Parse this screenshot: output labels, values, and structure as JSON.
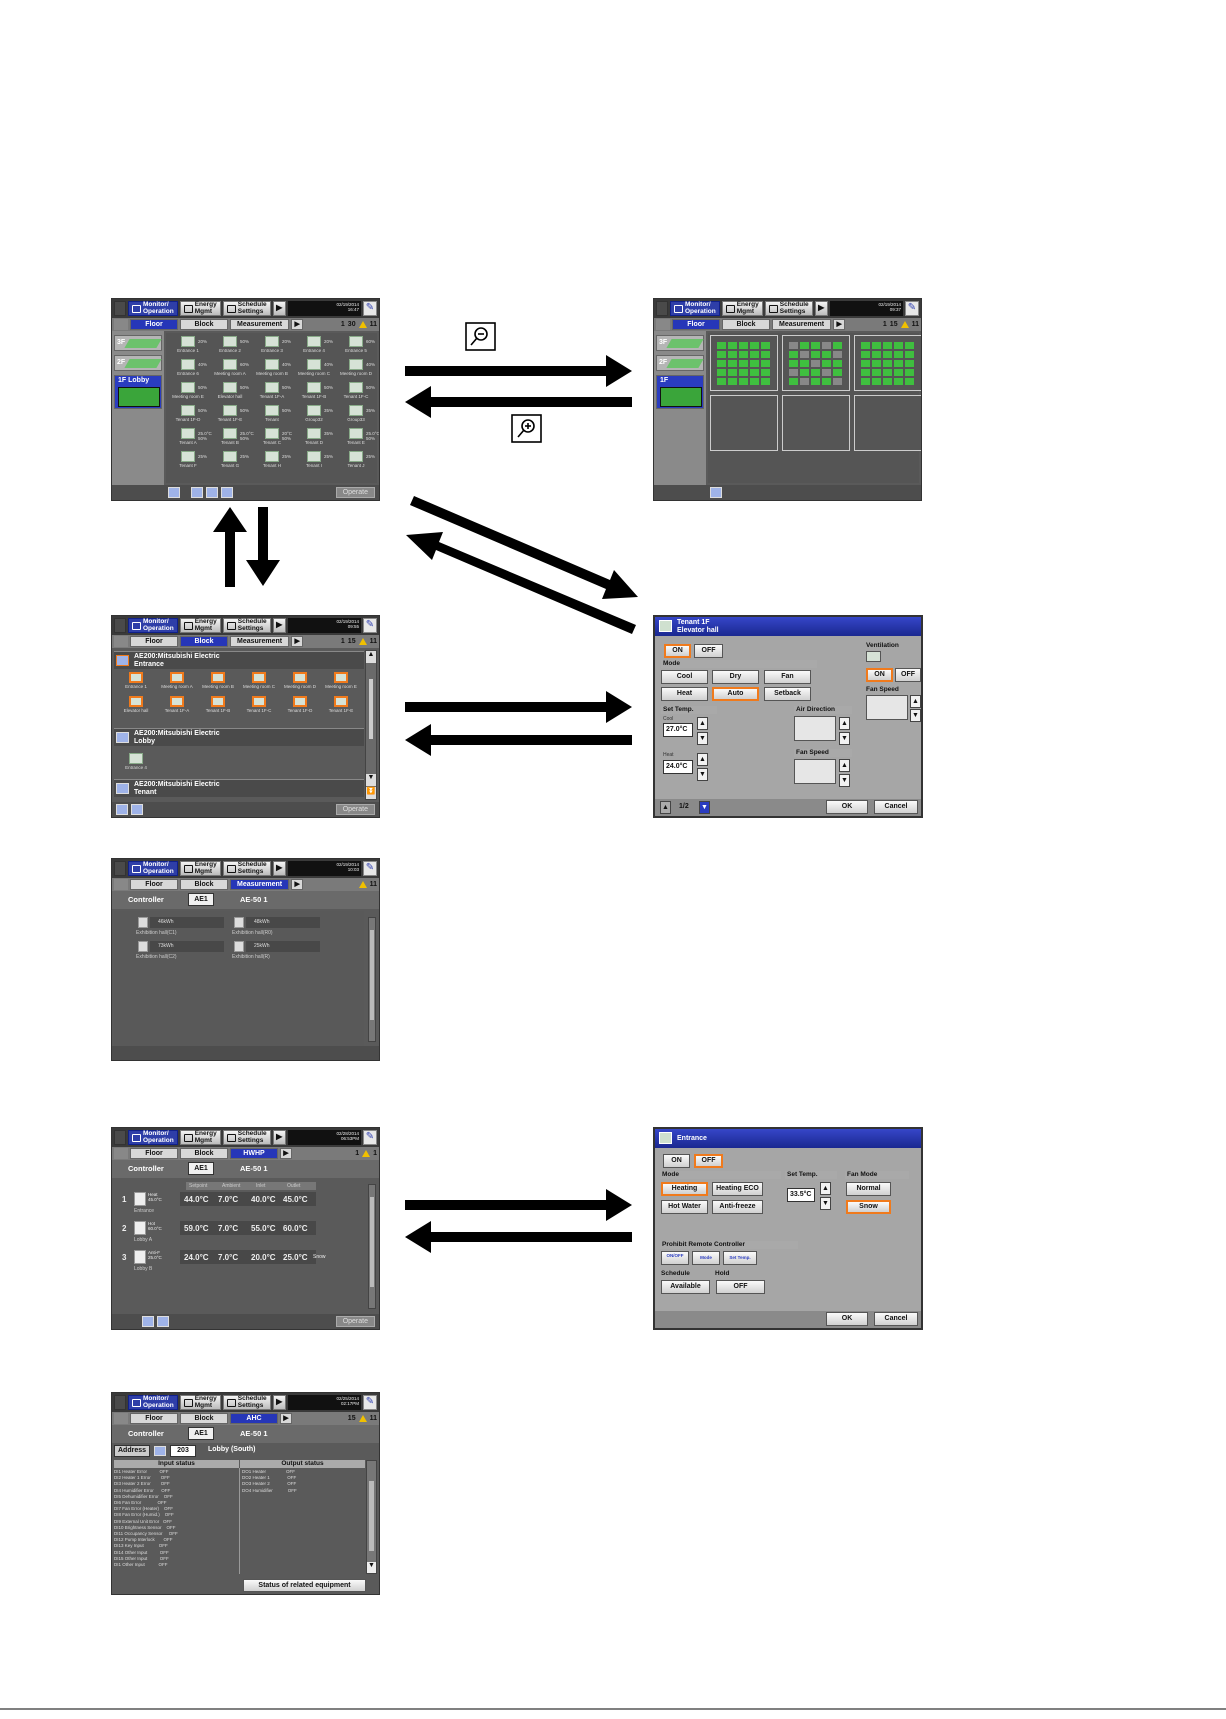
{
  "topbar": {
    "monitor": "Monitor/\nOperation",
    "energy": "Energy\nMgmt",
    "schedule": "Schedule\nSettings",
    "clocks": [
      "02/19/2014\n16:47",
      "02/19/2014\n09:37",
      "02/19/2014\n09:55",
      "02/19/2014\n10:03",
      "02/28/2014\n06:53PM",
      "02/25/2014\n02:17PM"
    ]
  },
  "tabs": {
    "floor": "Floor",
    "block": "Block",
    "measurement": "Measurement",
    "hwhp": "HWHP",
    "ahc": "AHC"
  },
  "status": {
    "s1_groups": "1",
    "s1_on": "30",
    "s1_err": "11",
    "s2_groups": "1",
    "s2_on": "15",
    "s2_err": "11",
    "s3_groups": "1",
    "s3_on": "15",
    "s3_err": "11",
    "s4_err": "11",
    "s5_groups": "1",
    "s5_err": "1",
    "s6_on": "15",
    "s6_err": "11"
  },
  "floor_screen": {
    "floors": [
      "3F",
      "2F"
    ],
    "selected_floor": "1F Lobby",
    "units": [
      {
        "name": "Entrance 1",
        "pct": "20%"
      },
      {
        "name": "Entrance 2",
        "pct": "50%"
      },
      {
        "name": "Entrance 3",
        "pct": "20%"
      },
      {
        "name": "Entrance 4",
        "pct": "20%"
      },
      {
        "name": "Entrance 5",
        "pct": "60%"
      },
      {
        "name": "Entrance 6",
        "pct": "40%"
      },
      {
        "name": "Meeting room A",
        "pct": "60%"
      },
      {
        "name": "Meeting room B",
        "pct": "40%"
      },
      {
        "name": "Meeting room C",
        "pct": "40%"
      },
      {
        "name": "Meeting room D",
        "pct": "40%"
      },
      {
        "name": "Meeting room E",
        "pct": "50%"
      },
      {
        "name": "Elevator hall",
        "pct": "50%"
      },
      {
        "name": "Tenant 1F-A",
        "pct": "50%"
      },
      {
        "name": "Tenant 1F-B",
        "pct": "50%"
      },
      {
        "name": "Tenant 1F-C",
        "pct": "50%"
      },
      {
        "name": "Tenant 1F-D",
        "pct": "50%"
      },
      {
        "name": "Tenant 1F-E",
        "pct": "50%"
      },
      {
        "name": "Tenant",
        "pct": "50%"
      },
      {
        "name": "Group32",
        "pct": "35%"
      },
      {
        "name": "Group33",
        "pct": "35%"
      },
      {
        "name": "Tenant A",
        "pct": "25.0°C 50%"
      },
      {
        "name": "Tenant B",
        "pct": "25.0°C 50%"
      },
      {
        "name": "Tenant C",
        "pct": "20°C 50%"
      },
      {
        "name": "Tenant D",
        "pct": "35%"
      },
      {
        "name": "Tenant E",
        "pct": "25.0°C 50%"
      },
      {
        "name": "Tenant F",
        "pct": "25%"
      },
      {
        "name": "Tenant G",
        "pct": "25%"
      },
      {
        "name": "Tenant H",
        "pct": "25%"
      },
      {
        "name": "Tenant I",
        "pct": "25%"
      },
      {
        "name": "Tenant J",
        "pct": "25%"
      }
    ],
    "operate": "Operate"
  },
  "block_screen": {
    "groups": [
      {
        "title": "AE200:Mitsubishi Electric\nEntrance"
      },
      {
        "title": "AE200:Mitsubishi Electric\nLobby"
      },
      {
        "title": "AE200:Mitsubishi Electric\nTenant"
      }
    ],
    "units": [
      "Entrance 1",
      "Meeting room A",
      "Meeting room B",
      "Meeting room C",
      "Meeting room D",
      "Meeting room E",
      "Elevator hall",
      "Tenant 1F-A",
      "Tenant 1F-B",
      "Tenant 1F-C",
      "Tenant 1F-D",
      "Tenant 1F-E"
    ],
    "lobby_unit": "Entrance 4",
    "operate": "Operate"
  },
  "ac_dialog": {
    "title": "Tenant 1F\nElevator hall",
    "on": "ON",
    "off": "OFF",
    "mode_label": "Mode",
    "modes": [
      "Cool",
      "Dry",
      "Fan",
      "Heat",
      "Auto",
      "Setback"
    ],
    "set_temp_label": "Set Temp.",
    "cool_label": "Cool",
    "cool_value": "27.0",
    "heat_label": "Heat",
    "heat_value": "24.0",
    "unit": "°C",
    "air_dir_label": "Air Direction",
    "fan_speed_label": "Fan Speed",
    "vent_label": "Ventilation",
    "vent_on": "ON",
    "vent_off": "OFF",
    "vent_fan_label": "Fan Speed",
    "page": "1/2",
    "ok": "OK",
    "cancel": "Cancel"
  },
  "measurement_screen": {
    "controller_label": "Controller",
    "controller": "AE1",
    "controller_model": "AE-50 1",
    "items": [
      {
        "value": "46kWh",
        "name": "Exhibition hall(C1)"
      },
      {
        "value": "48kWh",
        "name": "Exhibition hall(R0)"
      },
      {
        "value": "73kWh",
        "name": "Exhibition hall(C2)"
      },
      {
        "value": "25kWh",
        "name": "Exhibition hall(R)"
      }
    ]
  },
  "hwhp_screen": {
    "controller_label": "Controller",
    "controller": "AE1",
    "controller_model": "AE-50 1",
    "headers": [
      "Setpoint",
      "Ambient",
      "Inlet",
      "Outlet"
    ],
    "rows": [
      {
        "no": "1",
        "mode": "Heat\n45.0°C",
        "name": "Entrance",
        "v1": "44.0°C",
        "v2": "7.0°C",
        "v3": "40.0°C",
        "v4": "45.0°C",
        "extra": ""
      },
      {
        "no": "2",
        "mode": "Hot\n60.0°C",
        "name": "Lobby A",
        "v1": "59.0°C",
        "v2": "7.0°C",
        "v3": "55.0°C",
        "v4": "60.0°C",
        "extra": ""
      },
      {
        "no": "3",
        "mode": "Anti-F\n25.0°C",
        "name": "Lobby B",
        "v1": "24.0°C",
        "v2": "7.0°C",
        "v3": "20.0°C",
        "v4": "25.0°C",
        "extra": "Snow"
      }
    ],
    "operate": "Operate"
  },
  "hwhp_dialog": {
    "title": "Entrance",
    "on": "ON",
    "off": "OFF",
    "mode_label": "Mode",
    "modes": [
      "Heating",
      "Heating ECO",
      "Hot Water",
      "Anti-freeze"
    ],
    "set_temp_label": "Set Temp.",
    "set_temp": "33.5",
    "unit": "°C",
    "fan_mode_label": "Fan Mode",
    "fan_normal": "Normal",
    "fan_snow": "Snow",
    "prohibit_label": "Prohibit Remote Controller",
    "prohibit_items": [
      "ON/OFF",
      "Mode",
      "Set Temp."
    ],
    "schedule_label": "Schedule",
    "schedule_value": "Available",
    "hold_label": "Hold",
    "hold_value": "OFF",
    "ok": "OK",
    "cancel": "Cancel"
  },
  "ahc_screen": {
    "controller_label": "Controller",
    "controller": "AE1",
    "controller_model": "AE-50 1",
    "address_label": "Address",
    "address": "203",
    "location": "Lobby (South)",
    "input_header": "Input status",
    "output_header": "Output status",
    "inputs": "DI1 Heater Error          OFF\nDI2 Heater 1 Error        OFF\nDI3 Heater 2 Error        OFF\nDI4 Humidifier Error      OFF\nDI5 Dehumidifier Error    OFF\nDI6 Fan Error             OFF\nDI7 Fan Error (Heater)    OFF\nDI8 Fan Error (Humid.)    OFF\nDI9 External Unit Error   OFF\nDI10 Brightness Sensor    OFF\nDI11 Occupancy Sensor     OFF\nDI12 Pump Interlock       OFF\nDI13 Key Input            OFF\nDI14 Other Input          OFF\nDI15 Other Input          OFF\nDI1 Other Input           OFF",
    "outputs": "DO1 Heater                OFF\nDO2 Heater 1              OFF\nDO3 Heater 2              OFF\nDO4 Humidifier            OFF",
    "related": "Status of related equipment"
  }
}
